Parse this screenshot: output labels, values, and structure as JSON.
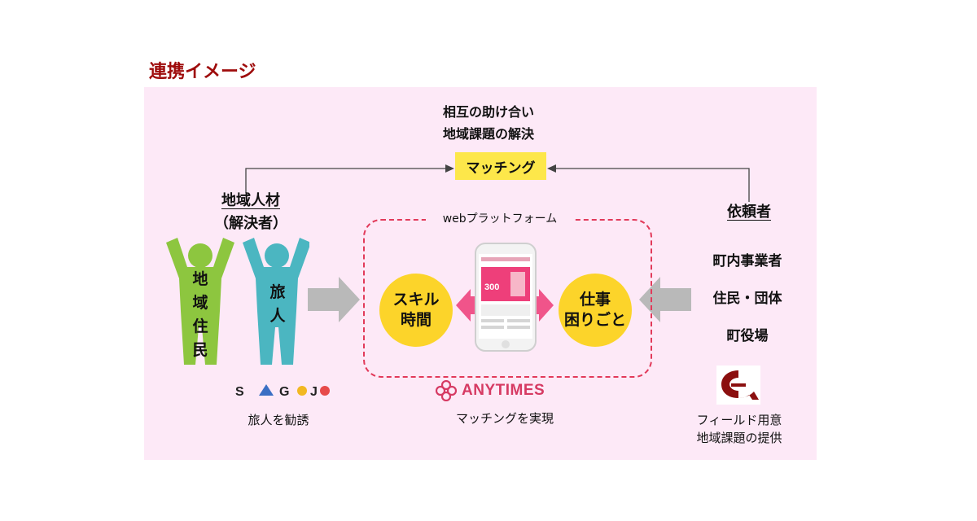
{
  "title": "連携イメージ",
  "goal": {
    "line1": "相互の助け合い",
    "line2": "地域課題の解決"
  },
  "matching_label": "マッチング",
  "resolver": {
    "line1": "地域人材",
    "line2": "（解決者）"
  },
  "requester": {
    "label": "依頼者"
  },
  "requester_list": [
    "町内事業者",
    "住民・団体",
    "町役場"
  ],
  "platform": {
    "label": "webプラットフォーム"
  },
  "skill_circle": {
    "line1": "スキル",
    "line2": "時間"
  },
  "problem_circle": {
    "line1": "仕事",
    "line2": "困りごと"
  },
  "phone": {
    "value": "300"
  },
  "people": {
    "local": [
      "地",
      "域",
      "住",
      "民"
    ],
    "traveler": [
      "旅",
      "人"
    ]
  },
  "sagojo": {
    "letters": [
      "S",
      "G",
      "J"
    ],
    "caption": "旅人を勧誘"
  },
  "anytimes": {
    "logo": "ANYTIMES",
    "caption": "マッチングを実現"
  },
  "field": {
    "line1": "フィールド用意",
    "line2": "地域課題の提供"
  },
  "colors": {
    "title": "#9e0b0b",
    "panel": "#fde9f7",
    "matching_bg": "#fde74a",
    "circle": "#fcd42a",
    "person_green": "#8dc63f",
    "person_teal": "#4bb6c1",
    "platform_border": "#e23a5a",
    "arrow_gray": "#b9b9b9",
    "anytimes": "#d63a63",
    "field_logo": "#8b0f0f"
  }
}
